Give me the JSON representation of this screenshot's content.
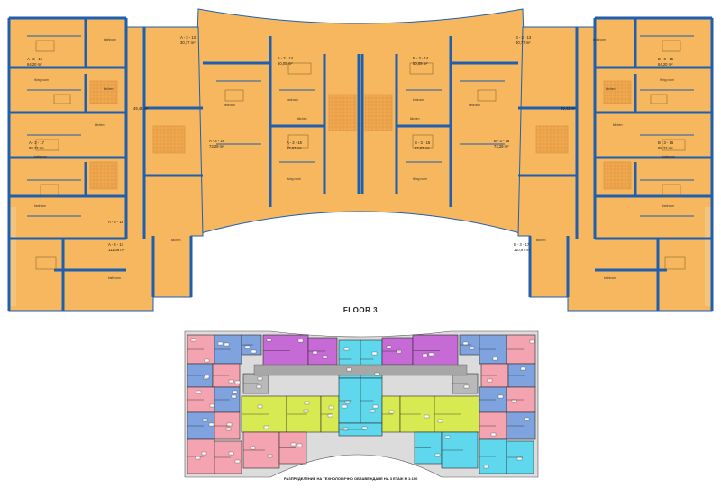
{
  "floor_title": "FLOOR 3",
  "legend_text": "РАЗПРЕДЕЛЕНИЕ НА ТЕХНОЛОГИЧНО ОБЗАВЕЖДАНЕ НА 3 ЕТАЖ  М 1:100",
  "colors": {
    "floor_fill": "#f6b75e",
    "wall": "#1f5fb0",
    "terrace": "#f3c47d",
    "pink": "#f4a3b0",
    "cyan": "#5fd7ec",
    "magenta": "#c66ad6",
    "yellow": "#d7ea52",
    "blue": "#7fa3df",
    "gray": "#b9b9b9"
  },
  "apartments": [
    {
      "id": "A - 3 - 13",
      "area": "30,77 m²"
    },
    {
      "id": "A - 3 - 14",
      "area": "50,09 m²"
    },
    {
      "id": "A - 3 - 15",
      "area": "64,20 m²"
    },
    {
      "id": "A - 3 - 16",
      "area": "73,29 m²"
    },
    {
      "id": "A - 3 - 16",
      "area": "87,63 m²"
    },
    {
      "id": "A - 3 - 17",
      "area": "88,23 m²"
    },
    {
      "id": "A - 3 - 18",
      "area": ""
    },
    {
      "id": "A - 3 - 17",
      "area": "111,06 m²"
    },
    {
      "id": "B - 3 - 13",
      "area": "30,77 m²"
    },
    {
      "id": "B - 3 - 14",
      "area": "50,09 m²"
    },
    {
      "id": "B - 3 - 15",
      "area": "64,20 m²"
    },
    {
      "id": "B - 3 - 16",
      "area": "73,29 m²"
    },
    {
      "id": "B - 3 - 15",
      "area": "87,63 m²"
    },
    {
      "id": "B - 3 - 16",
      "area": "88,23 m²"
    },
    {
      "id": "B - 3 - 17",
      "area": "110,97 m²"
    }
  ],
  "common_areas": [
    {
      "area": "49,43 m²"
    },
    {
      "area": "49,43 m²"
    }
  ],
  "room_labels": {
    "bedroom": "bedroom",
    "living_room": "living room",
    "kitchen": "kitchen",
    "bathroom": "bathroom"
  }
}
